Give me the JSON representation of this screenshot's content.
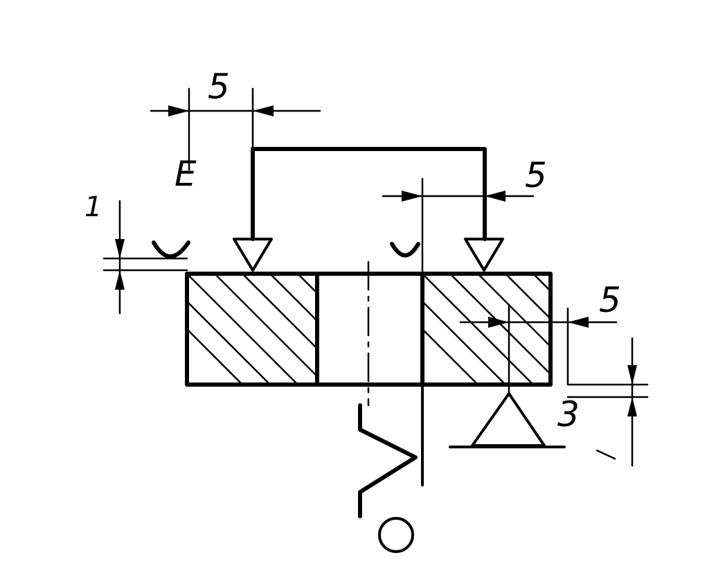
{
  "labels": {
    "dim_top_left": "5",
    "dim_top_right": "5",
    "dim_mid_right": "5",
    "datum_letter": "E",
    "dim_left_vertical": "1",
    "dim_right_vertical": "3"
  },
  "colors": {
    "ink": "#000000",
    "paper": "#ffffff"
  }
}
